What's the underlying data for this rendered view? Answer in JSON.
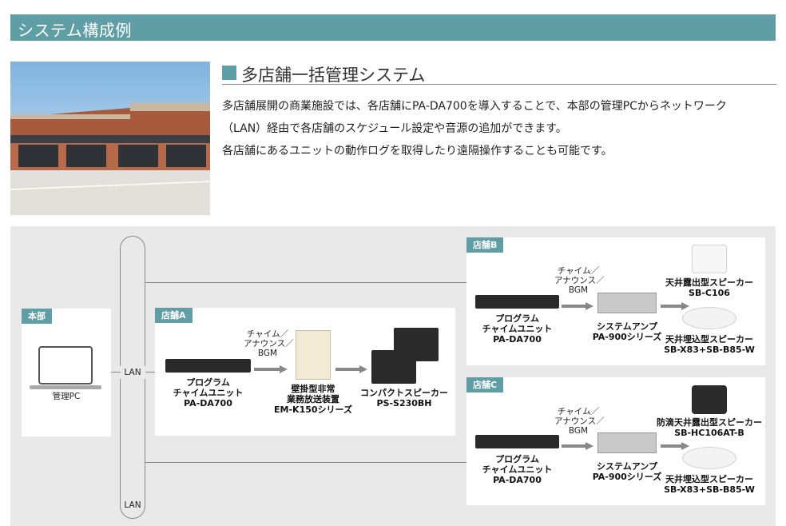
{
  "header": {
    "title": "システム構成例"
  },
  "subtitle": "多店舗一括管理システム",
  "intro_lines": [
    "多店舗展開の商業施設では、各店舗にPA-DA700を導入することで、本部の管理PCからネットワーク",
    "（LAN）経由で各店舗のスケジュール設定や音源の追加ができます。",
    "各店舗にあるユニットの動作ログを取得したり遠隔操作することも可能です。"
  ],
  "diagram": {
    "lan_label": "LAN",
    "hq": {
      "tag": "本部",
      "device": "管理PC"
    },
    "store_a": {
      "tag": "店舗A",
      "unit": [
        "プログラム",
        "チャイムユニット",
        "PA-DA700"
      ],
      "signal": [
        "チャイム／",
        "アナウンス／",
        "BGM"
      ],
      "broadcast": [
        "壁掛型非常",
        "業務放送装置",
        "EM-K150シリーズ"
      ],
      "speaker": [
        "コンパクトスピーカー",
        "PS-S230BH"
      ]
    },
    "store_b": {
      "tag": "店舗B",
      "unit": [
        "プログラム",
        "チャイムユニット",
        "PA-DA700"
      ],
      "signal": [
        "チャイム／",
        "アナウンス／",
        "BGM"
      ],
      "amp": [
        "システムアンプ",
        "PA-900シリーズ"
      ],
      "speaker1": [
        "天井露出型スピーカー",
        "SB-C106"
      ],
      "speaker2": [
        "天井埋込型スピーカー",
        "SB-X83+SB-B85-W"
      ]
    },
    "store_c": {
      "tag": "店舗C",
      "unit": [
        "プログラム",
        "チャイムユニット",
        "PA-DA700"
      ],
      "signal": [
        "チャイム／",
        "アナウンス／",
        "BGM"
      ],
      "amp": [
        "システムアンプ",
        "PA-900シリーズ"
      ],
      "speaker1": [
        "防滴天井露出型スピーカー",
        "SB-HC106AT-B"
      ],
      "speaker2": [
        "天井埋込型スピーカー",
        "SB-X83+SB-B85-W"
      ]
    }
  }
}
